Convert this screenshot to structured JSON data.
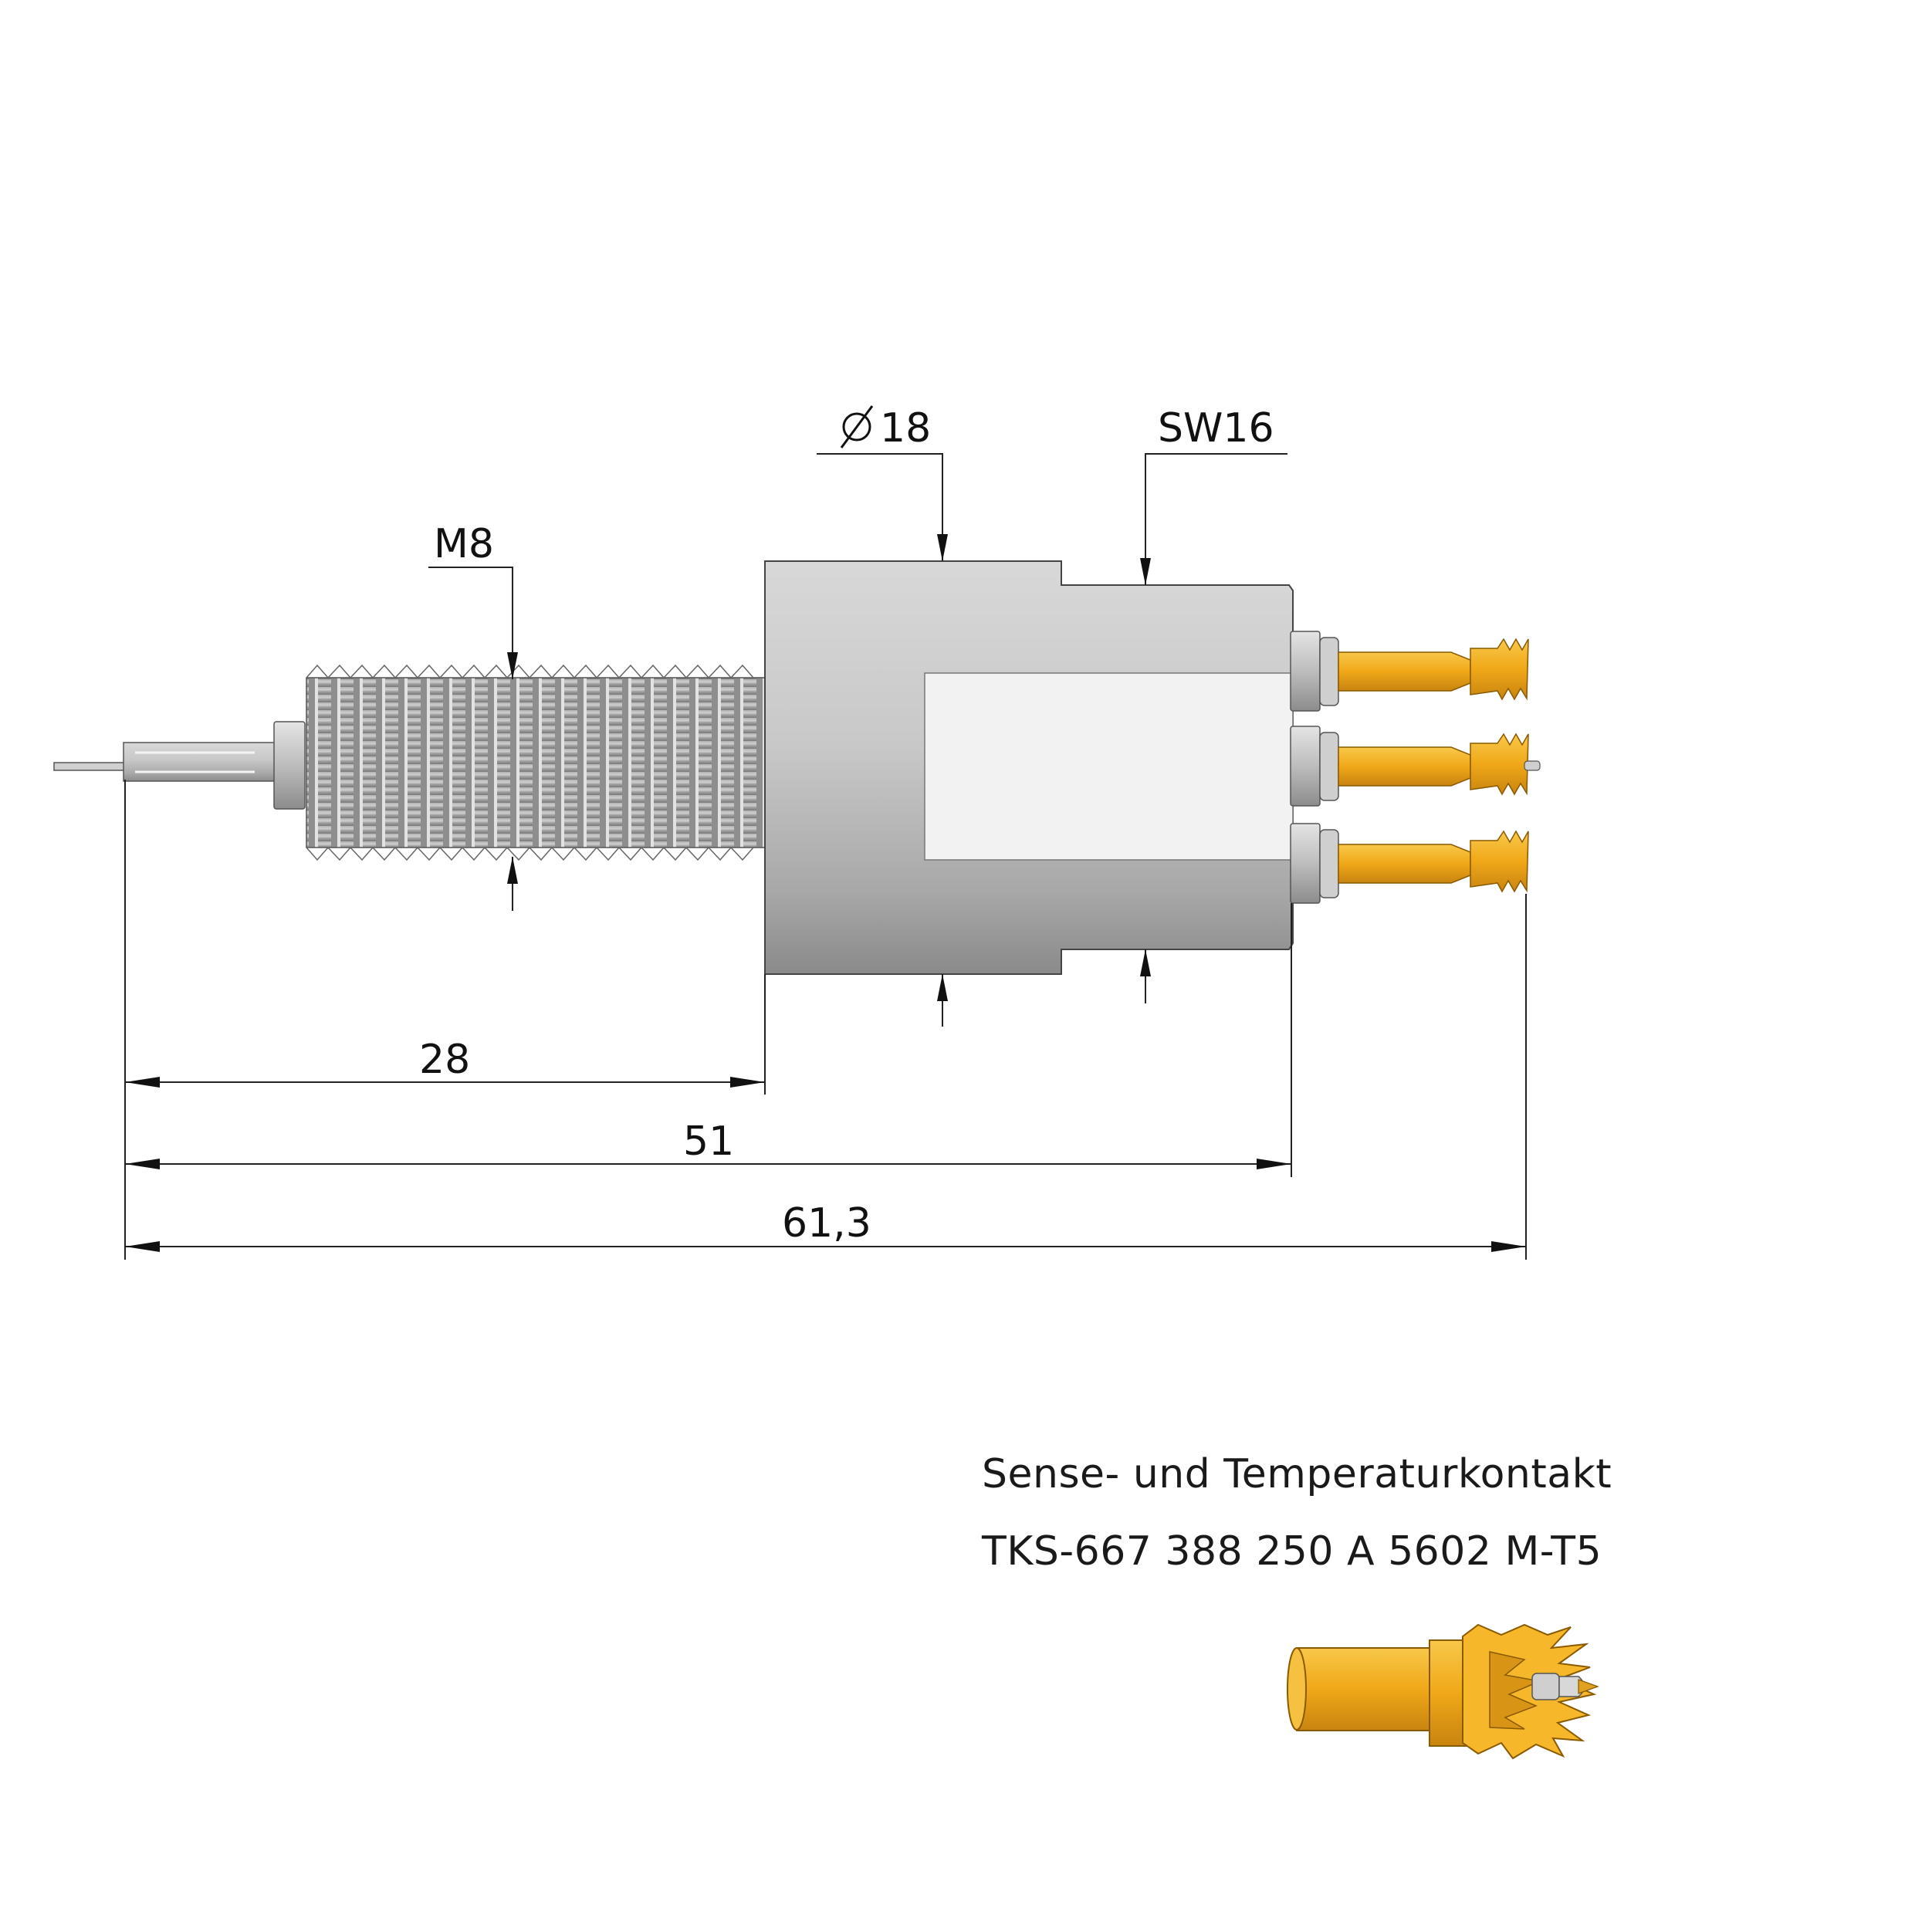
{
  "dimensions": {
    "thread": "M8",
    "diameter": "18",
    "wrench_size": "SW16",
    "length_1": "28",
    "length_2": "51",
    "length_3": "61,3"
  },
  "caption": {
    "title": "Sense- und Temperaturkontakt",
    "part_number": "TKS-667 388 250 A 5602 M-T5"
  },
  "colors": {
    "body_steel": "#c4c4c4",
    "thread_steel": "#a8a8a8",
    "contact_gold": "#f2b021",
    "hex_flat": "#f2f2f2"
  },
  "icons": [
    "diameter-symbol-icon"
  ]
}
